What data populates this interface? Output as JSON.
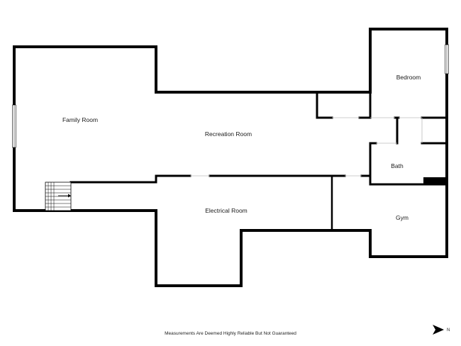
{
  "rooms": {
    "family_room": "Family Room",
    "recreation_room": "Recreation Room",
    "bedroom": "Bedroom",
    "bath": "Bath",
    "electrical_room": "Electrical Room",
    "gym": "Gym"
  },
  "disclaimer": "Measurements Are Deemed Highly Reliable But Not Guaranteed",
  "compass": {
    "label": "N",
    "icon": "north-arrow-icon"
  },
  "colors": {
    "wall": "#000000",
    "background": "#ffffff"
  }
}
